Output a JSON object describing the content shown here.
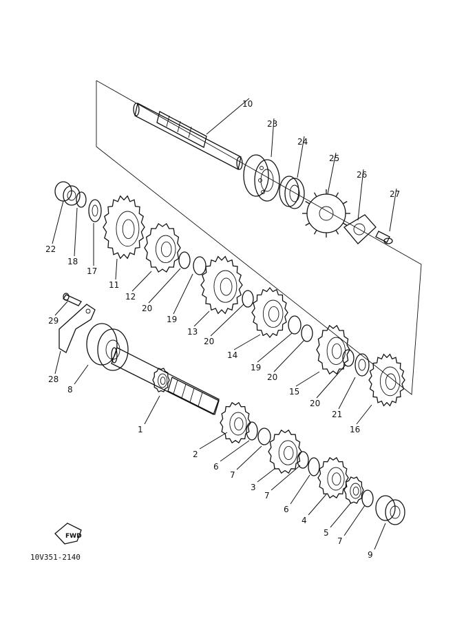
{
  "diagram": {
    "code": "10V351-2140",
    "fwd_label": "FWD",
    "callouts": [
      "1",
      "2",
      "3",
      "4",
      "5",
      "6",
      "7",
      "8",
      "9",
      "10",
      "11",
      "12",
      "13",
      "14",
      "15",
      "16",
      "17",
      "18",
      "19",
      "20",
      "21",
      "22",
      "23",
      "24",
      "25",
      "26",
      "27",
      "28",
      "29"
    ]
  }
}
